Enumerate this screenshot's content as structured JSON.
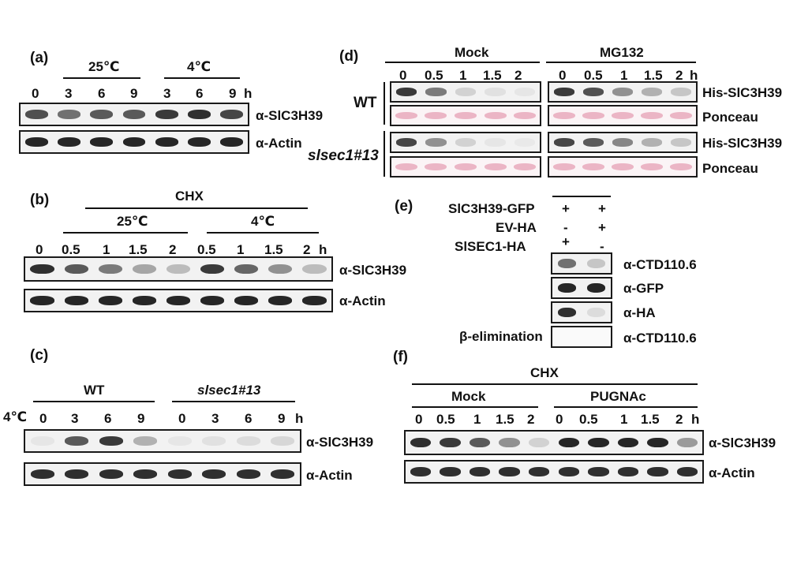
{
  "panel_a": {
    "label": "(a)",
    "group_25": "25℃",
    "group_4": "4℃",
    "times": [
      "0",
      "3",
      "6",
      "9",
      "3",
      "6",
      "9"
    ],
    "unit": "h",
    "blot_labels": [
      "α-SlC3H39",
      "α-Actin"
    ],
    "blot_intensities": [
      [
        0.75,
        0.6,
        0.7,
        0.7,
        0.85,
        0.9,
        0.8
      ],
      [
        0.95,
        0.95,
        0.95,
        0.95,
        0.95,
        0.95,
        0.95
      ]
    ]
  },
  "panel_b": {
    "label": "(b)",
    "treatment": "CHX",
    "group_25": "25℃",
    "group_4": "4℃",
    "times": [
      "0",
      "0.5",
      "1",
      "1.5",
      "2",
      "0.5",
      "1",
      "1.5",
      "2"
    ],
    "unit": "h",
    "blot_labels": [
      "α-SlC3H39",
      "α-Actin"
    ],
    "blot_intensities": [
      [
        0.9,
        0.7,
        0.55,
        0.35,
        0.25,
        0.85,
        0.65,
        0.45,
        0.25
      ],
      [
        0.95,
        0.95,
        0.95,
        0.95,
        0.95,
        0.95,
        0.95,
        0.95,
        0.95
      ]
    ]
  },
  "panel_c": {
    "label": "(c)",
    "condition": "4℃",
    "group_wt": "WT",
    "group_mut": "slsec1#13",
    "times": [
      "0",
      "3",
      "6",
      "9",
      "0",
      "3",
      "6",
      "9"
    ],
    "unit": "h",
    "blot_labels": [
      "α-SlC3H39",
      "α-Actin"
    ],
    "blot_intensities": [
      [
        0.05,
        0.7,
        0.85,
        0.3,
        0.05,
        0.08,
        0.1,
        0.12
      ],
      [
        0.9,
        0.9,
        0.9,
        0.9,
        0.9,
        0.9,
        0.9,
        0.9
      ]
    ]
  },
  "panel_d": {
    "label": "(d)",
    "group_mock": "Mock",
    "group_mg": "MG132",
    "times_mock": [
      "0",
      "0.5",
      "1",
      "1.5",
      "2"
    ],
    "times_mg": [
      "0",
      "0.5",
      "1",
      "1.5",
      "2"
    ],
    "unit": "h",
    "row_wt": "WT",
    "row_mut": "slsec1#13",
    "blot_labels": [
      "His-SlC3H39",
      "Ponceau",
      "His-SlC3H39",
      "Ponceau"
    ],
    "his_wt_mock": [
      0.85,
      0.55,
      0.15,
      0.08,
      0.05
    ],
    "his_wt_mg": [
      0.85,
      0.75,
      0.45,
      0.3,
      0.2
    ],
    "his_mut_mock": [
      0.8,
      0.45,
      0.15,
      0.05,
      0.04
    ],
    "his_mut_mg": [
      0.8,
      0.7,
      0.5,
      0.3,
      0.2
    ],
    "ponceau_color": "#e6a0b4"
  },
  "panel_e": {
    "label": "(e)",
    "row_names": [
      "SlC3H39-GFP",
      "EV-HA",
      "SlSEC1-HA"
    ],
    "col1_signs": [
      "+",
      "-",
      "+"
    ],
    "col2_signs": [
      "+",
      "+",
      "-"
    ],
    "blot_labels": [
      "α-CTD110.6",
      "α-GFP",
      "α-HA",
      "α-CTD110.6"
    ],
    "beta_label": "β-elimination",
    "intensities": [
      [
        0.6,
        0.2
      ],
      [
        0.95,
        0.95
      ],
      [
        0.9,
        0.1
      ],
      [
        0.0,
        0.0
      ]
    ]
  },
  "panel_f": {
    "label": "(f)",
    "treatment": "CHX",
    "group_mock": "Mock",
    "group_pug": "PUGNAc",
    "times_mock": [
      "0",
      "0.5",
      "1",
      "1.5",
      "2"
    ],
    "times_pug": [
      "0",
      "0.5",
      "1",
      "1.5",
      "2"
    ],
    "unit": "h",
    "blot_labels": [
      "α-SlC3H39",
      "α-Actin"
    ],
    "blot_intensities": [
      [
        0.9,
        0.85,
        0.7,
        0.45,
        0.15,
        0.95,
        0.95,
        0.95,
        0.95,
        0.4
      ],
      [
        0.9,
        0.9,
        0.9,
        0.9,
        0.9,
        0.9,
        0.9,
        0.9,
        0.9,
        0.9
      ]
    ]
  },
  "colors": {
    "band": "#1a1a1a",
    "ponceau_band": "#e6a0b4"
  }
}
